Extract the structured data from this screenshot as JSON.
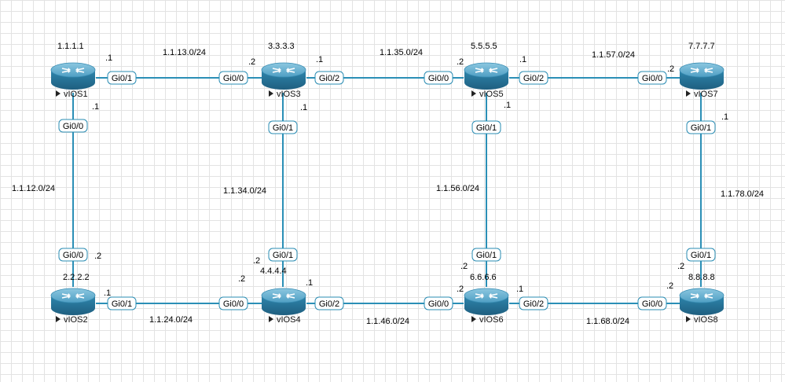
{
  "routers": [
    {
      "name": "vIOS1",
      "loopback": "1.1.1.1"
    },
    {
      "name": "vIOS3",
      "loopback": "3.3.3.3"
    },
    {
      "name": "vIOS5",
      "loopback": "5.5.5.5"
    },
    {
      "name": "vIOS7",
      "loopback": "7.7.7.7"
    },
    {
      "name": "vIOS2",
      "loopback": "2.2.2.2"
    },
    {
      "name": "vIOS4",
      "loopback": "4.4.4.4"
    },
    {
      "name": "vIOS6",
      "loopback": "6.6.6.6"
    },
    {
      "name": "vIOS8",
      "loopback": "8.8.8.8"
    }
  ],
  "links": [
    {
      "subnet": "1.1.13.0/24",
      "a_port": "Gi0/1",
      "a_host": ".1",
      "b_port": "Gi0/0",
      "b_host": ".2"
    },
    {
      "subnet": "1.1.35.0/24",
      "a_port": "Gi0/2",
      "a_host": ".1",
      "b_port": "Gi0/0",
      "b_host": ".2"
    },
    {
      "subnet": "1.1.57.0/24",
      "a_port": "Gi0/2",
      "a_host": ".1",
      "b_port": "Gi0/0",
      "b_host": ".2"
    },
    {
      "subnet": "1.1.12.0/24",
      "a_port": "Gi0/0",
      "a_host": ".1",
      "b_port": "Gi0/0",
      "b_host": ".2"
    },
    {
      "subnet": "1.1.34.0/24",
      "a_port": "Gi0/1",
      "a_host": ".1",
      "b_port": "Gi0/1",
      "b_host": ".2"
    },
    {
      "subnet": "1.1.56.0/24",
      "a_port": "Gi0/1",
      "a_host": ".1",
      "b_port": "Gi0/1",
      "b_host": ".2"
    },
    {
      "subnet": "1.1.78.0/24",
      "a_port": "Gi0/1",
      "a_host": ".1",
      "b_port": "Gi0/1",
      "b_host": ".2"
    },
    {
      "subnet": "1.1.24.0/24",
      "a_port": "Gi0/1",
      "a_host": ".1",
      "b_port": "Gi0/0",
      "b_host": ".2"
    },
    {
      "subnet": "1.1.46.0/24",
      "a_port": "Gi0/2",
      "a_host": ".1",
      "b_port": "Gi0/0",
      "b_host": ".2"
    },
    {
      "subnet": "1.1.68.0/24",
      "a_port": "Gi0/2",
      "a_host": ".1",
      "b_port": "Gi0/0",
      "b_host": ".2"
    }
  ],
  "colors": {
    "link": "#2b8fb6",
    "router_body": "#2f7ea3",
    "router_top": "#6fb6d4",
    "port_border": "#2a8cb3",
    "grid": "#e3e3e3"
  },
  "icons": {
    "router": "router-icon",
    "play": "play-triangle-icon"
  }
}
